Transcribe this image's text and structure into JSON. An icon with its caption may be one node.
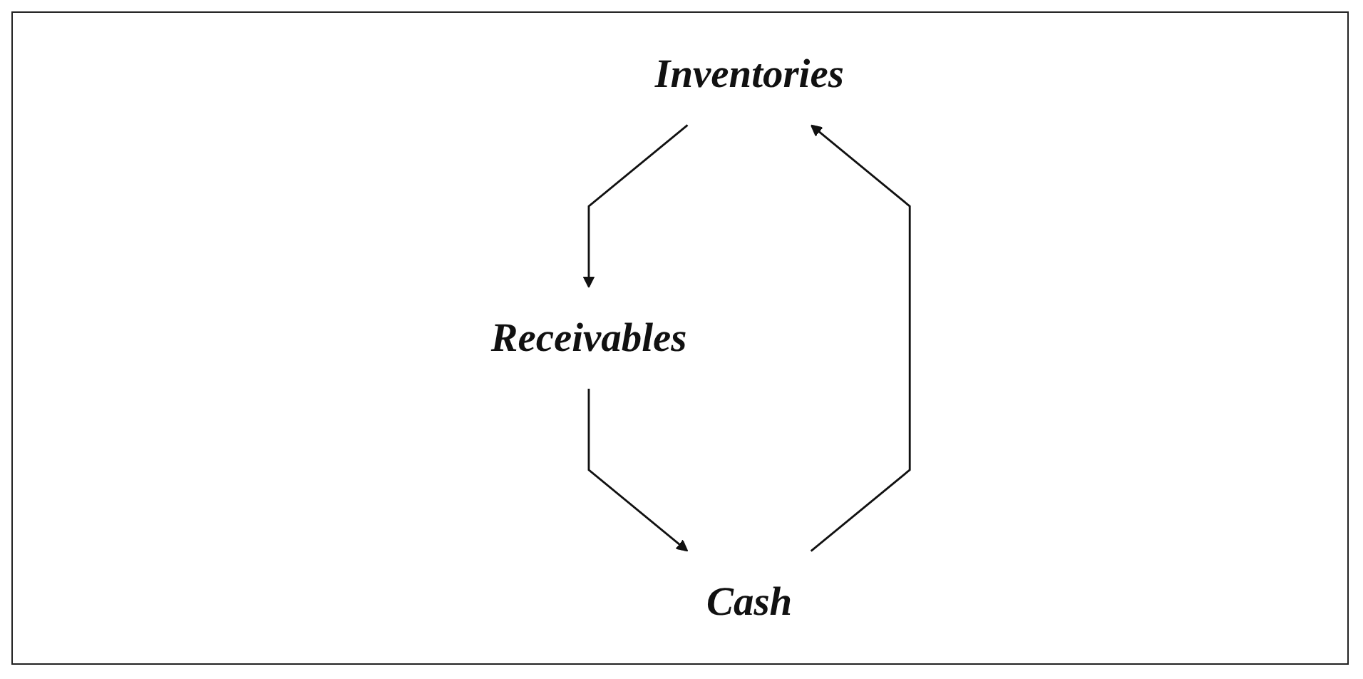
{
  "diagram": {
    "nodes": [
      {
        "text": [
          "Inventories"
        ]
      },
      {
        "text": [
          "Cash"
        ]
      },
      {
        "text": [
          "Receivables"
        ]
      }
    ],
    "edges": [
      {
        "from": 1,
        "to": 0,
        "arrow": "to"
      },
      {
        "from": 0,
        "to": 2,
        "arrow": "to"
      },
      {
        "from": 2,
        "to": 1,
        "arrow": "to"
      }
    ]
  }
}
